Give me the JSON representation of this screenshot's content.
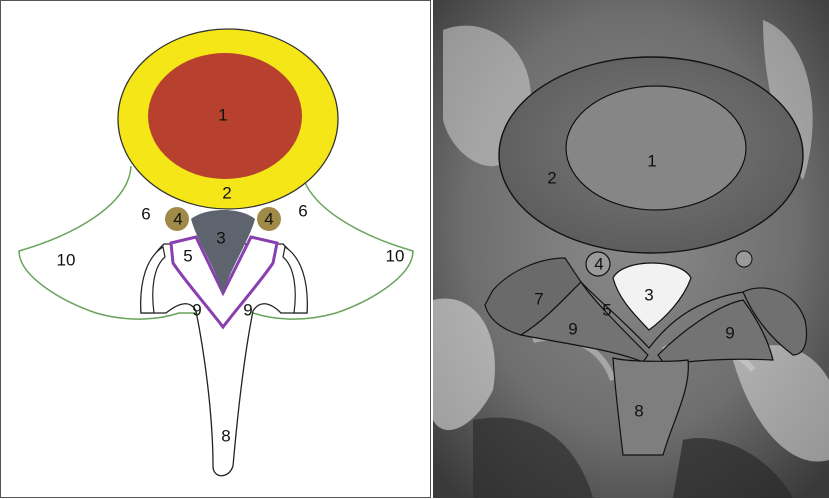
{
  "left_diagram": {
    "labels": {
      "l1": "1",
      "l2": "2",
      "l3": "3",
      "l4a": "4",
      "l4b": "4",
      "l5": "5",
      "l6a": "6",
      "l6b": "6",
      "l8": "8",
      "l9a": "9",
      "l9b": "9",
      "l10a": "10",
      "l10b": "10"
    },
    "colors": {
      "nucleus": "#b7412e",
      "annulus": "#f5e617",
      "canal": "#5d646e",
      "foramen_dot": "#a08a48",
      "ligament": "#8a3fb0",
      "outline": "#6aa35c"
    }
  },
  "right_image": {
    "labels": {
      "r1": "1",
      "r2": "2",
      "r3": "3",
      "r4": "4",
      "r5": "5",
      "r7": "7",
      "r8": "8",
      "r9a": "9",
      "r9b": "9"
    }
  }
}
